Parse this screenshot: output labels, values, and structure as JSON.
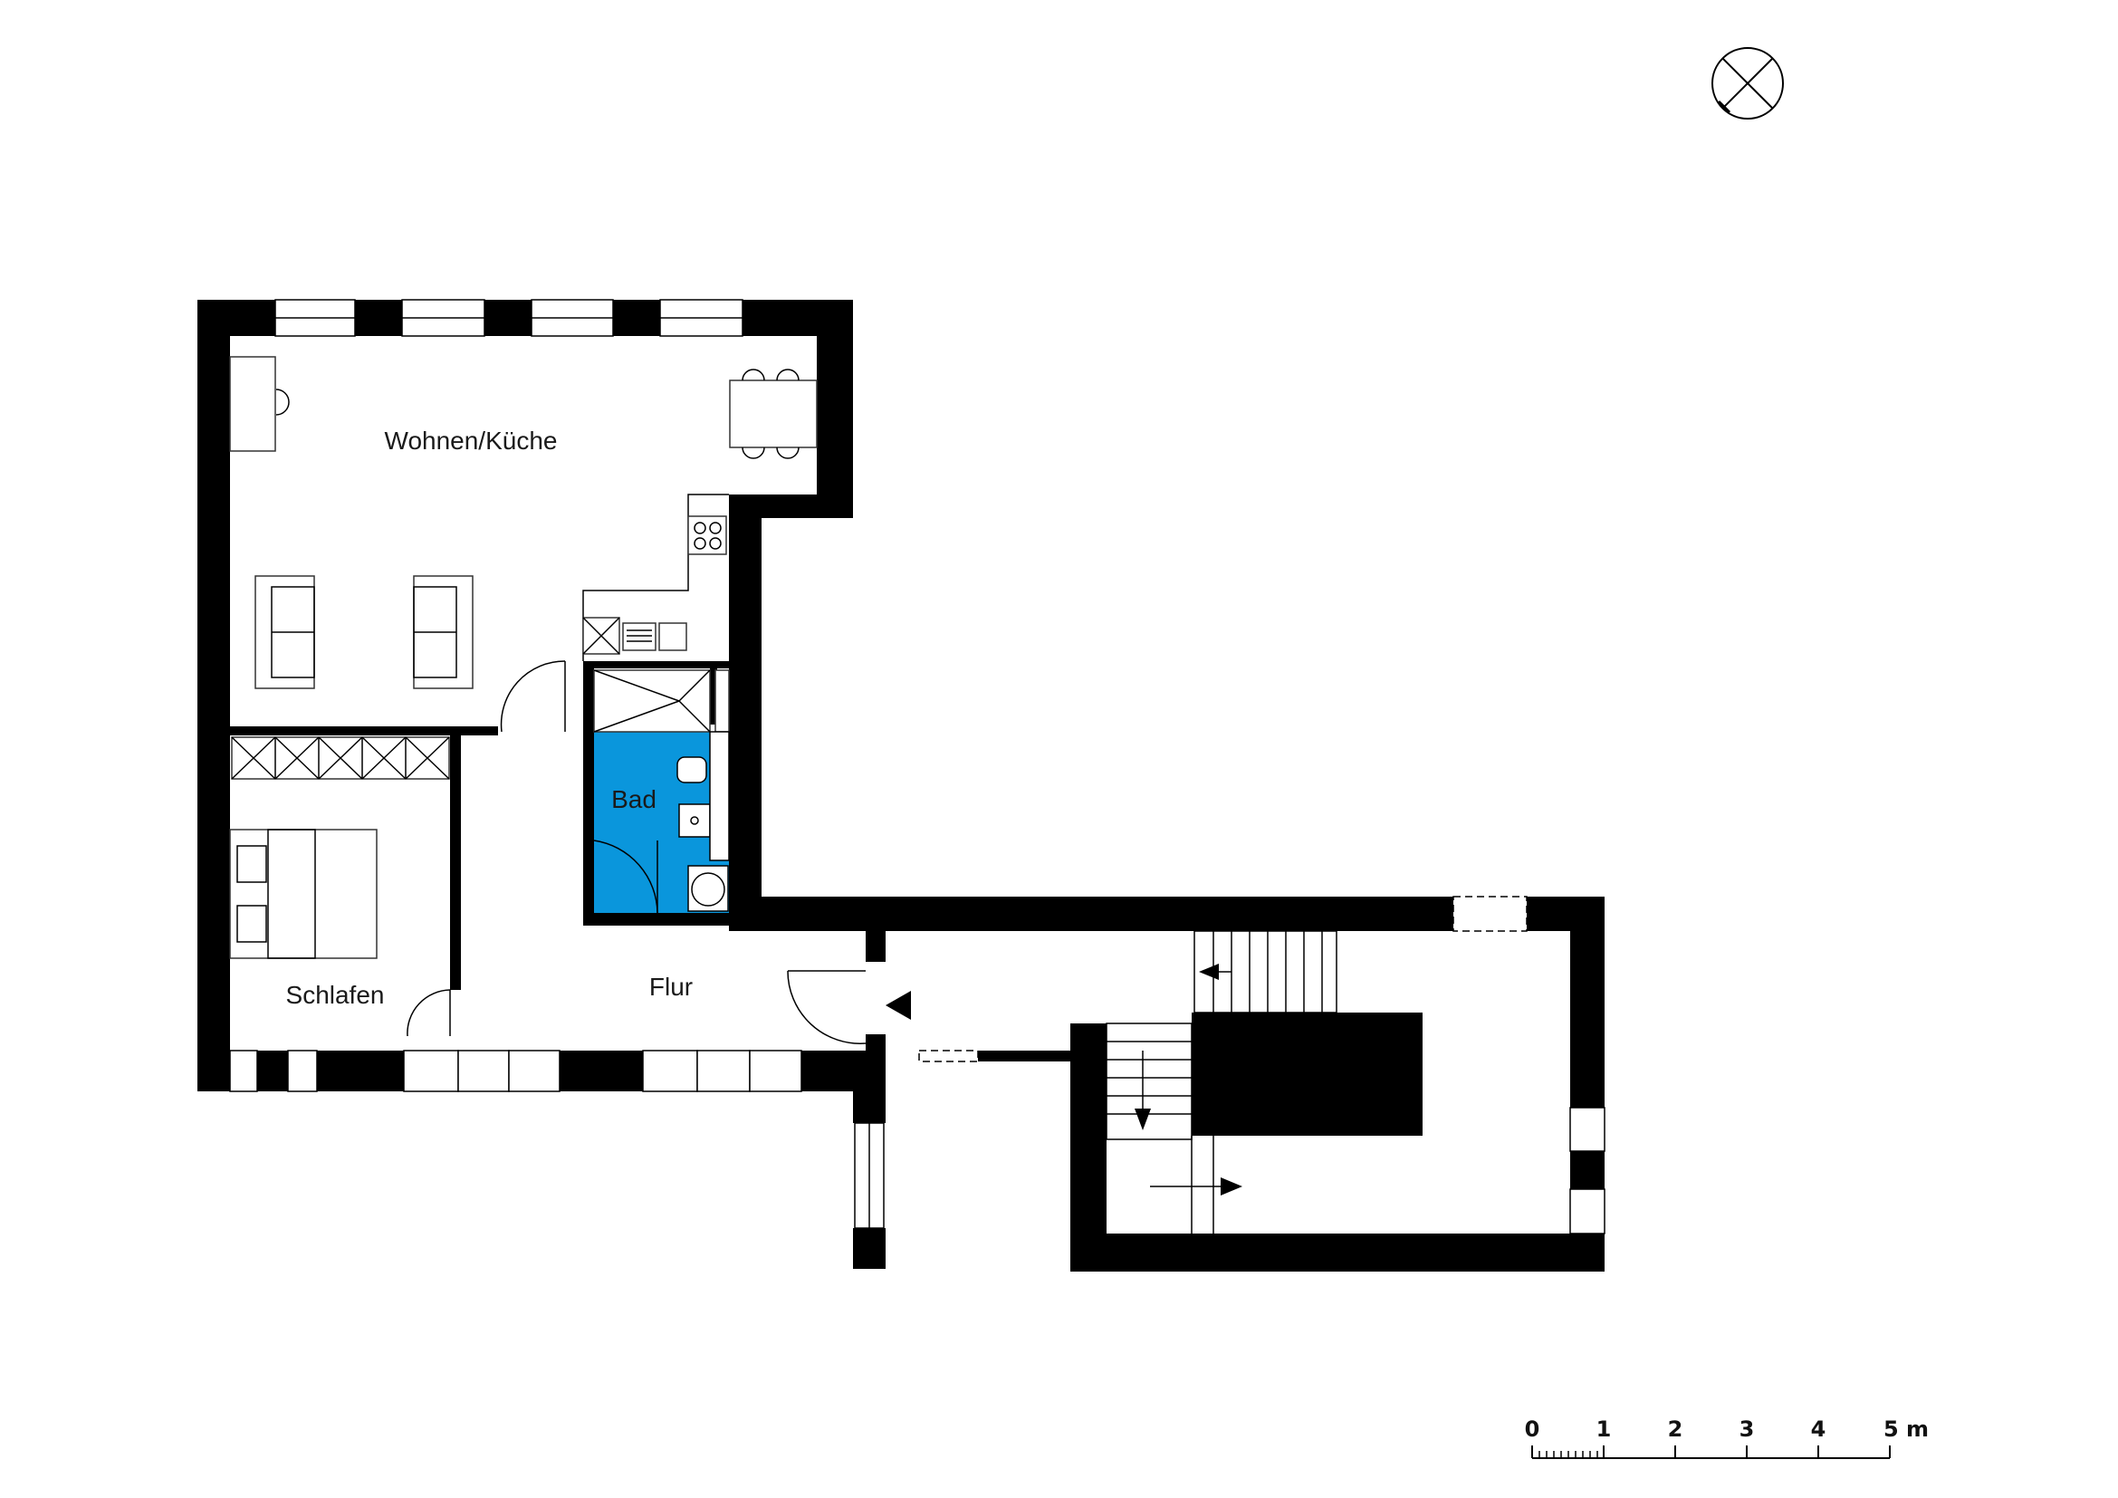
{
  "rooms": {
    "wohnen": "Wohnen/Küche",
    "schlafen": "Schlafen",
    "bad": "Bad",
    "flur": "Flur"
  },
  "scale": {
    "ticks": [
      "0",
      "1",
      "2",
      "3",
      "4",
      "5 m"
    ]
  },
  "colors": {
    "wall": "#000000",
    "bathroom": "#0a96dc",
    "background": "#ffffff"
  },
  "icons": {
    "north": "compass-icon"
  }
}
